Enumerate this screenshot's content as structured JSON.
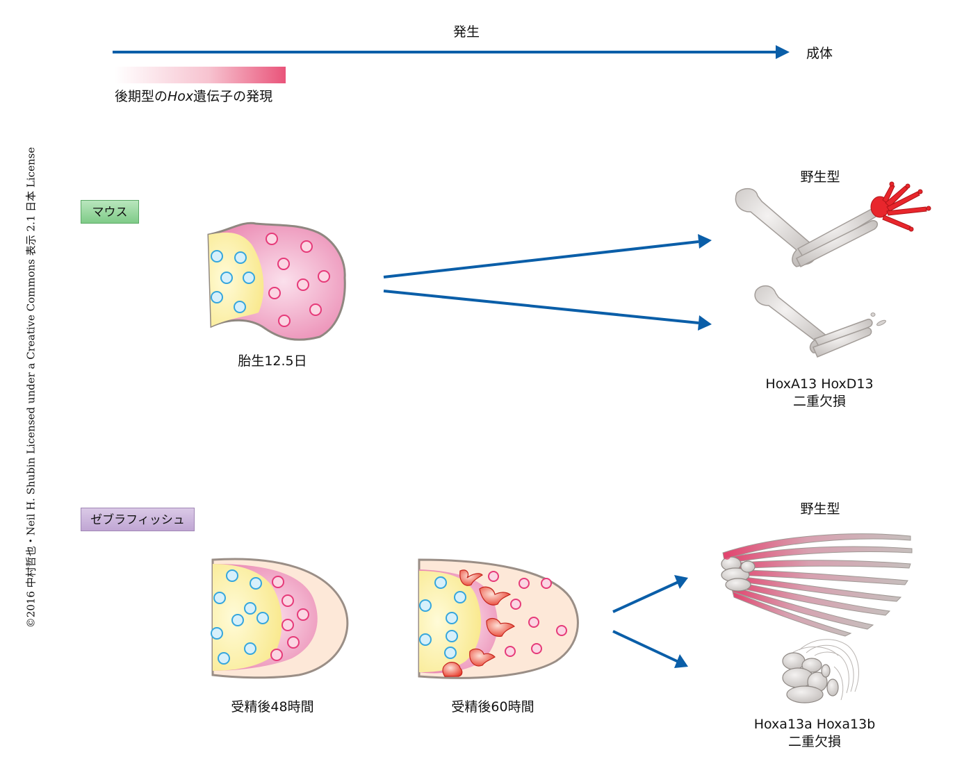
{
  "timeline": {
    "development_label": "発生",
    "adult_label": "成体",
    "expression_label_pre": "後期型の",
    "expression_label_italic": "Hox",
    "expression_label_post": "遺伝子の発現"
  },
  "copyright": "©2016 中村哲也・Neil H. Shubin Licensed under a Creative Commons 表示 2.1 日本 License",
  "mouse": {
    "tag": "マウス",
    "embryo_label": "胎生12.5日",
    "wildtype_label": "野生型",
    "mutant_label_line1": "HoxA13 HoxD13",
    "mutant_label_line2": "二重欠損"
  },
  "zebrafish": {
    "tag": "ゼブラフィッシュ",
    "stage1_label": "受精後48時間",
    "stage2_label": "受精後60時間",
    "wildtype_label": "野生型",
    "mutant_label_line1": "Hoxa13a Hoxa13b",
    "mutant_label_line2": "二重欠損"
  },
  "colors": {
    "arrow": "#0a5ea8",
    "proximal_cells": "#fdf0a8",
    "distal_cells": "#f2a6c6",
    "cell_blue": "#35a6dd",
    "cell_pink": "#e63a79",
    "fin_fold": "#fde8d8",
    "bone": "#cfcbc8",
    "digit_red": "#e8262c"
  }
}
